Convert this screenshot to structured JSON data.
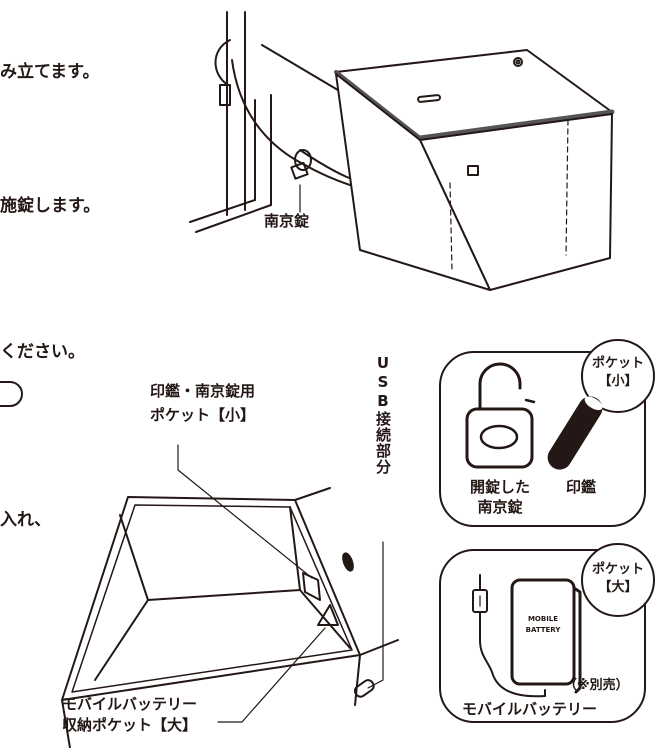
{
  "steps": {
    "assemble_tail": "み立てます。",
    "lock_tail": "施錠します。",
    "please_tail": "ください。",
    "insert_tail": "入れ、"
  },
  "labels": {
    "padlock": "南京錠",
    "small_pocket_line1": "印鑑・南京錠用",
    "small_pocket_line2": "ポケット【小】",
    "usb_port": "USB接続部分",
    "large_pocket_line1": "モバイルバッテリー",
    "large_pocket_line2": "収納ポケット【大】"
  },
  "card_small": {
    "badge_line1": "ポケット",
    "badge_line2": "【小】",
    "item1_line1": "開錠した",
    "item1_line2": "南京錠",
    "item2": "印鑑"
  },
  "card_large": {
    "badge_line1": "ポケット",
    "badge_line2": "【大】",
    "battery_line1": "MOBILE",
    "battery_line2": "BATTERY",
    "note": "（※別売）",
    "caption": "モバイルバッテリー"
  },
  "colors": {
    "ink": "#231815",
    "box_lid_edge": "#555555",
    "background": "#ffffff"
  },
  "icons": [
    "padlock-icon",
    "stamp-icon",
    "battery-icon",
    "usb-cable-icon",
    "pole-icon"
  ]
}
